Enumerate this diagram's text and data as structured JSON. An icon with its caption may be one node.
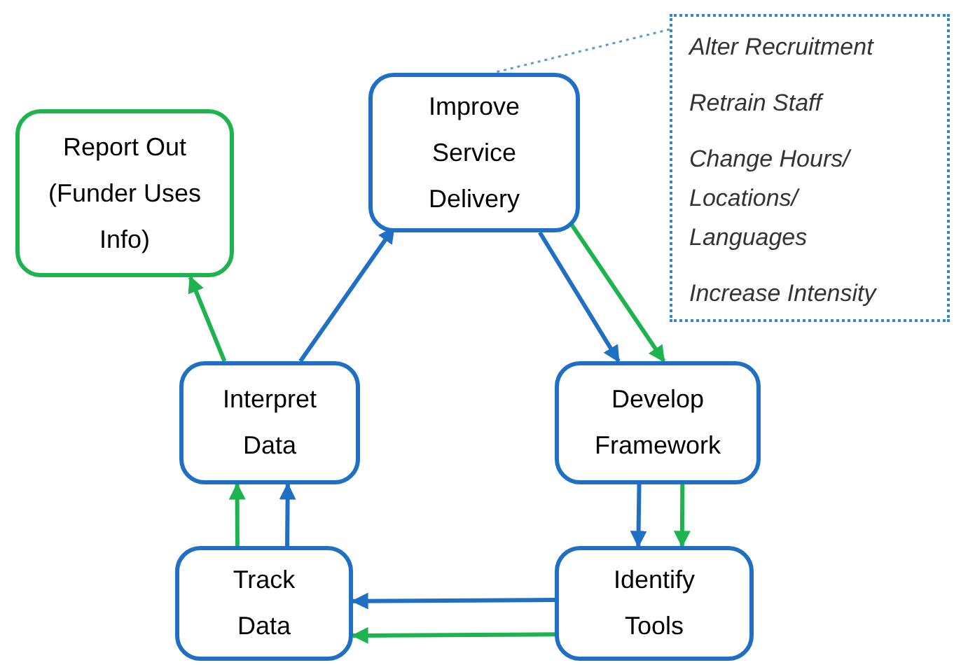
{
  "diagram": {
    "nodes": [
      {
        "text": [
          "Report Out (Funder Uses Info)"
        ]
      },
      {
        "text": [
          "Improve Service Delivery"
        ]
      },
      {
        "text": [
          "Alter Recruitment",
          "Retrain Staff",
          "Change Hours/ Locations/ Languages",
          "Increase Intensity"
        ]
      },
      {
        "text": [
          "Interpret Data"
        ]
      },
      {
        "text": [
          "Develop Framework"
        ]
      },
      {
        "text": [
          "Track Data"
        ]
      },
      {
        "text": [
          "Identify Tools"
        ]
      }
    ],
    "edges": [
      {
        "from": 3,
        "to": 0,
        "arrow": "to",
        "color": "#1db34f"
      },
      {
        "from": 3,
        "to": 1,
        "arrow": "to",
        "color": "#1f6fc5"
      },
      {
        "from": 1,
        "to": 4,
        "arrow": "to",
        "color": "#1f6fc5"
      },
      {
        "from": 1,
        "to": 4,
        "arrow": "to",
        "color": "#1db34f"
      },
      {
        "from": 4,
        "to": 6,
        "arrow": "to",
        "color": "#1f6fc5"
      },
      {
        "from": 4,
        "to": 6,
        "arrow": "to",
        "color": "#1db34f"
      },
      {
        "from": 6,
        "to": 5,
        "arrow": "to",
        "color": "#1f6fc5"
      },
      {
        "from": 6,
        "to": 5,
        "arrow": "to",
        "color": "#1db34f"
      },
      {
        "from": 5,
        "to": 3,
        "arrow": "to",
        "color": "#1db34f"
      },
      {
        "from": 5,
        "to": 3,
        "arrow": "to",
        "color": "#1f6fc5"
      },
      {
        "from": 2,
        "to": 1,
        "arrow": "none",
        "style": "dashed",
        "color": "#5b9bd5"
      }
    ]
  }
}
